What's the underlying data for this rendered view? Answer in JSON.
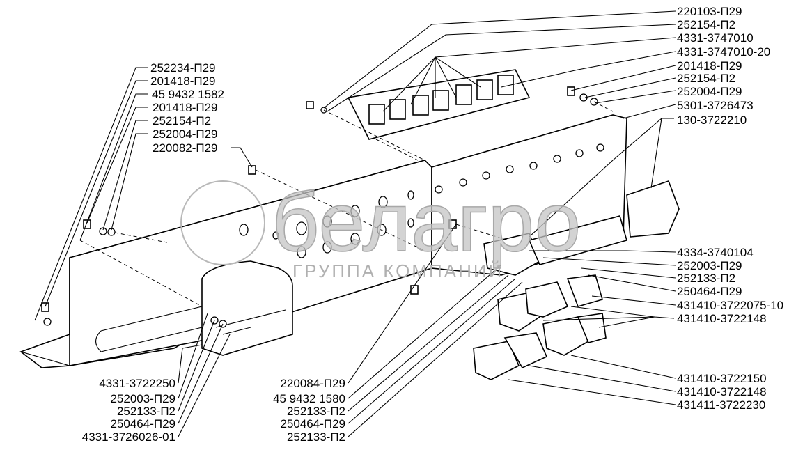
{
  "watermark": {
    "brand": "белагро",
    "subtitle": "ГРУППА КОМПАНИЙ"
  },
  "labels_right_top": [
    "220103-П29",
    "252154-П2",
    "4331-3747010",
    "4331-3747010-20",
    "201418-П29",
    "252154-П2",
    "252004-П29",
    "5301-3726473",
    "130-3722210"
  ],
  "labels_right_bottom": [
    "4334-3740104",
    "252003-П29",
    "252133-П2",
    "250464-П29",
    "431410-3722075-10",
    "431410-3722148",
    "431410-3722150",
    "431410-3722148",
    "431411-3722230"
  ],
  "labels_left_top": [
    "252234-П29",
    "201418-П29",
    "45 9432 1582",
    "201418-П29",
    "252154-П2",
    "252004-П29",
    "220082-П29"
  ],
  "labels_bottom_left": [
    "4331-3722250",
    "252003-П29",
    "252133-П2",
    "250464-П29",
    "4331-3726026-01"
  ],
  "labels_bottom_center": [
    "220084-П29",
    "45 9432 1580",
    "252133-П2",
    "250464-П29",
    "252133-П2"
  ]
}
